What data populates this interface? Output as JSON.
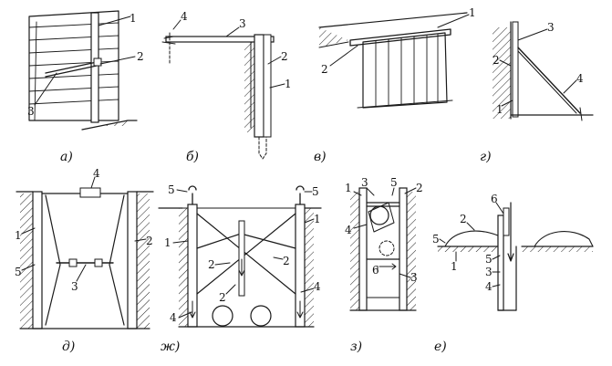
{
  "panels": [
    {
      "id": "a",
      "caption": "а)",
      "labels": [
        "1",
        "2",
        "3"
      ]
    },
    {
      "id": "b",
      "caption": "б)",
      "labels": [
        "4",
        "3",
        "2",
        "1"
      ]
    },
    {
      "id": "v",
      "caption": "в)",
      "labels": [
        "1",
        "2"
      ]
    },
    {
      "id": "g",
      "caption": "г)",
      "labels": [
        "3",
        "2",
        "4",
        "1"
      ]
    },
    {
      "id": "d",
      "caption": "д)",
      "labels": [
        "4",
        "1",
        "2",
        "5",
        "3"
      ]
    },
    {
      "id": "zh",
      "caption": "ж)",
      "labels": [
        "5",
        "5",
        "1",
        "1",
        "2",
        "2",
        "4",
        "4",
        "2"
      ]
    },
    {
      "id": "z",
      "caption": "з)",
      "labels": [
        "1",
        "3",
        "5",
        "2",
        "4",
        "6",
        "3"
      ]
    },
    {
      "id": "e",
      "caption": "е)",
      "labels": [
        "6",
        "2",
        "5",
        "1",
        "5",
        "3",
        "4"
      ]
    }
  ]
}
